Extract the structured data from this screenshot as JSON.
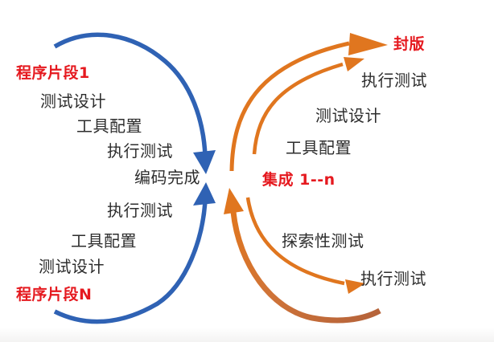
{
  "diagram": {
    "description": "Iterative testing workflow diagram: program fragments converge into integration cycles ending with release seal",
    "colors": {
      "blue_arrow": "#2f62b4",
      "orange_arrow": "#e0761f",
      "orange_arrow_dark_tail": "#b5633a",
      "red_label": "#e5191f",
      "step_text": "#2d2d2d",
      "background": "#ffffff"
    },
    "left_cycle": {
      "start_label": "程序片段1",
      "end_label": "程序片段N",
      "top_steps": [
        "测试设计",
        "工具配置",
        "执行测试",
        "编码完成"
      ],
      "bottom_steps": [
        "执行测试",
        "工具配置",
        "测试设计"
      ]
    },
    "center": {
      "integration_label": "集成 1--n"
    },
    "right_cycle": {
      "release_label": "封版",
      "top_steps": [
        "执行测试",
        "测试设计",
        "工具配置"
      ],
      "bottom_steps": [
        "探索性测试",
        "执行测试"
      ]
    }
  }
}
